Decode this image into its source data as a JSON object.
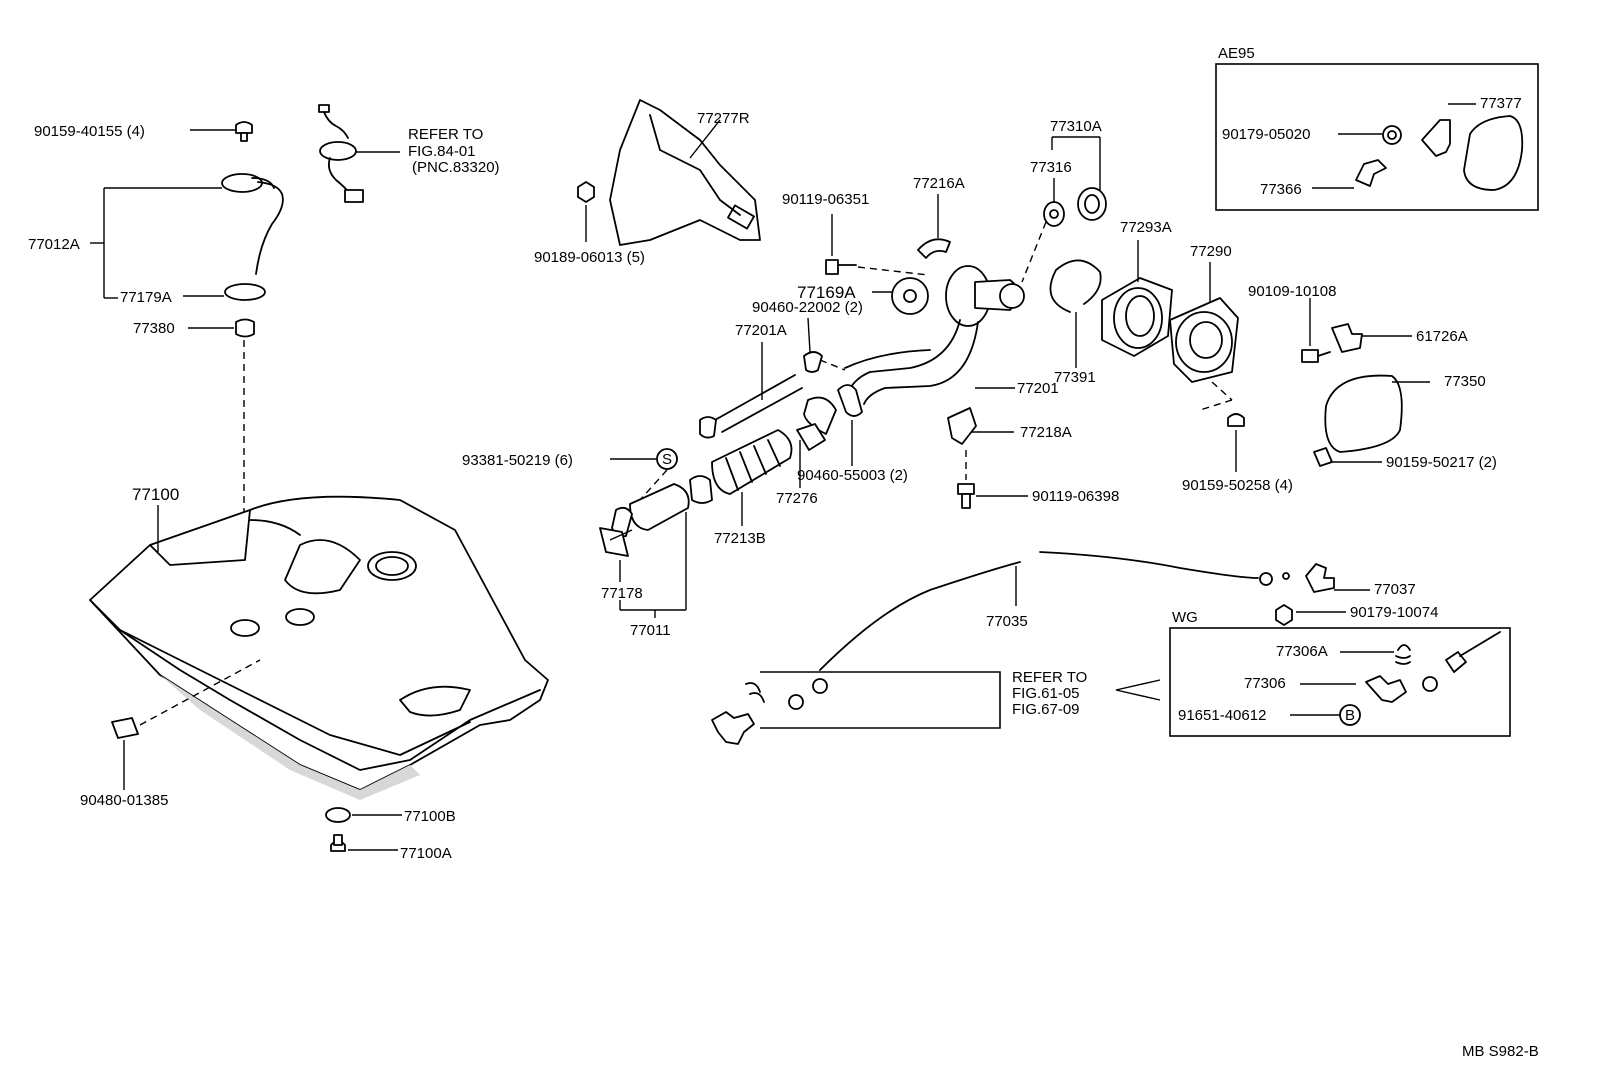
{
  "diagram": {
    "figure_code": "MB  S982-B",
    "boxes": {
      "ae95": "AE95",
      "wg": "WG"
    },
    "references": {
      "fig84": [
        "REFER TO",
        "FIG.84-01",
        "(PNC.83320)"
      ],
      "fig61": [
        "REFER TO",
        "FIG.61-05",
        "FIG.67-09"
      ]
    },
    "callouts": {
      "s": "S",
      "b": "B"
    },
    "parts": {
      "p90159_40155": "90159-40155 (4)",
      "p77012A": "77012A",
      "p77179A": "77179A",
      "p77380": "77380",
      "p77100": "77100",
      "p90480_01385": "90480-01385",
      "p77100B": "77100B",
      "p77100A": "77100A",
      "p77277R": "77277R",
      "p90189_06013": "90189-06013 (5)",
      "p90119_06351": "90119-06351",
      "p77216A": "77216A",
      "p77169A": "77169A",
      "p90460_22002": "90460-22002 (2)",
      "p77201A": "77201A",
      "p77201": "77201",
      "p93381_50219": "93381-50219 (6)",
      "p90460_55003": "90460-55003 (2)",
      "p77276": "77276",
      "p77213B": "77213B",
      "p77178": "77178",
      "p77011": "77011",
      "p77310A": "77310A",
      "p77316": "77316",
      "p77293A": "77293A",
      "p77290": "77290",
      "p77391": "77391",
      "p77218A": "77218A",
      "p90119_06398": "90119-06398",
      "p90159_50258": "90159-50258 (4)",
      "p90109_10108": "90109-10108",
      "p61726A": "61726A",
      "p77350": "77350",
      "p90159_50217": "90159-50217 (2)",
      "p77377": "77377",
      "p90179_05020": "90179-05020",
      "p77366": "77366",
      "p77037": "77037",
      "p90179_10074": "90179-10074",
      "p77035": "77035",
      "p77306A": "77306A",
      "p77306": "77306",
      "p91651_40612": "91651-40612"
    }
  }
}
